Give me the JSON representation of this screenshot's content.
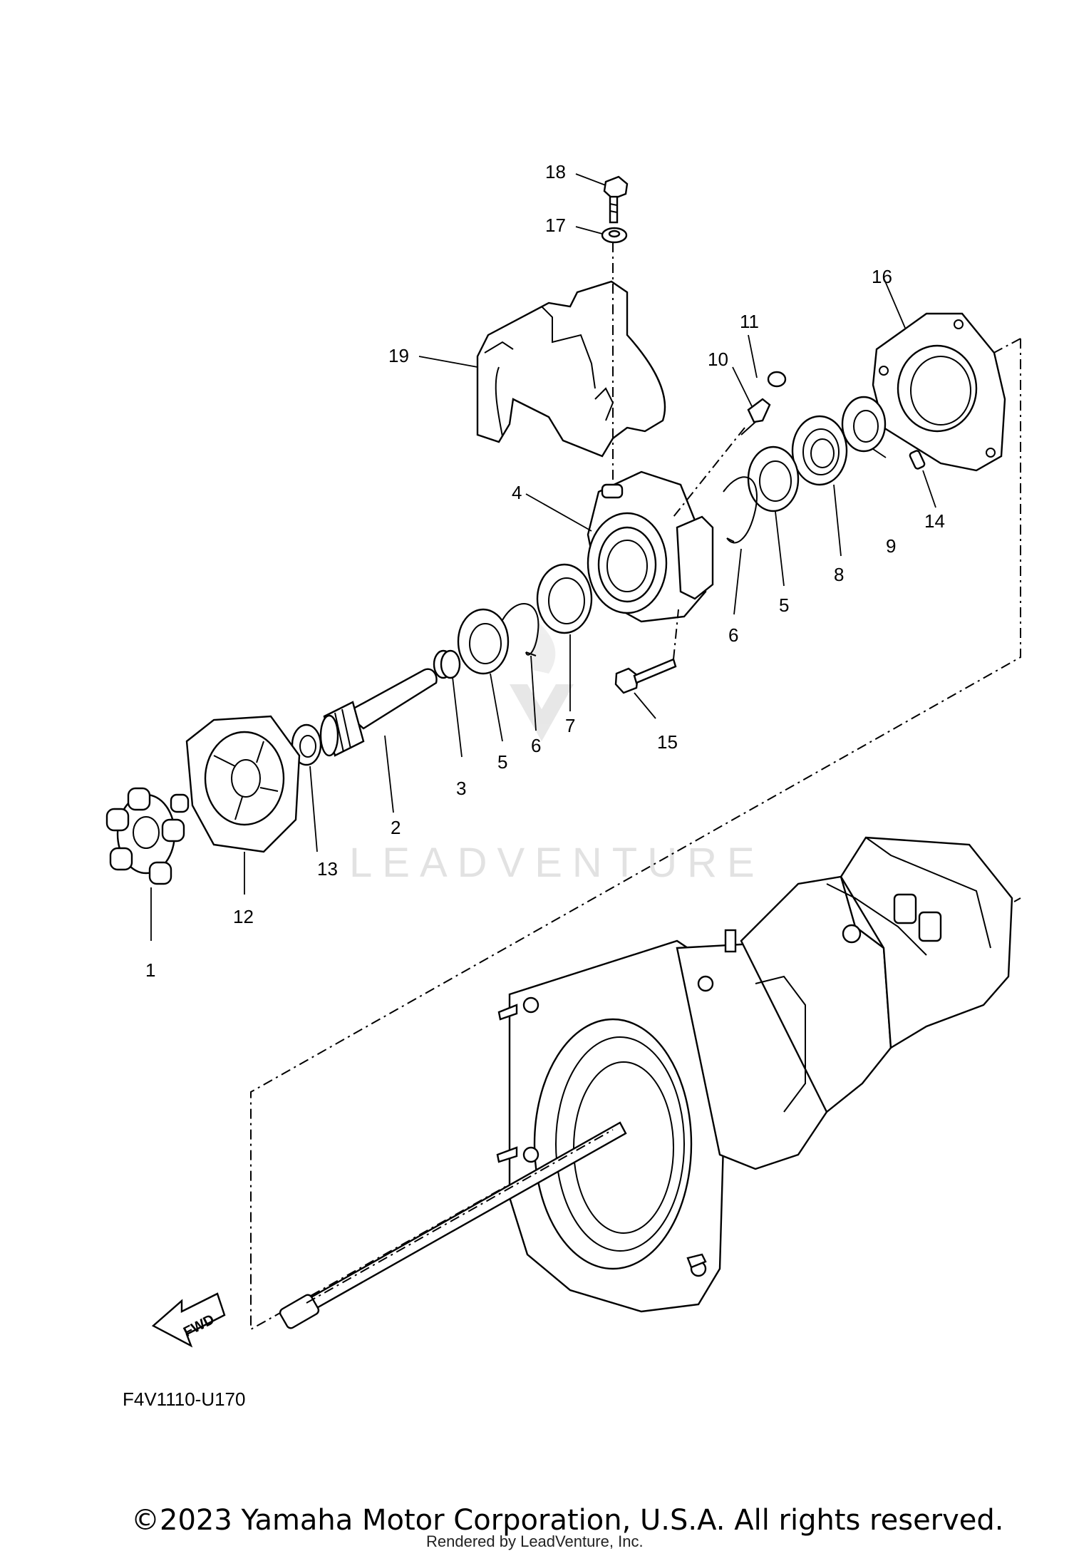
{
  "diagram": {
    "callouts": [
      "1",
      "2",
      "3",
      "4",
      "5",
      "5",
      "6",
      "6",
      "7",
      "8",
      "9",
      "10",
      "11",
      "12",
      "13",
      "14",
      "15",
      "16",
      "17",
      "18",
      "19"
    ],
    "fwd_label": "FWD",
    "figure_code": "F4V1110-U170",
    "watermark": "LEADVENTURE",
    "copyright": "©2023 Yamaha Motor Corporation, U.S.A. All rights reserved.",
    "render_credit": "Rendered by LeadVenture, Inc."
  }
}
